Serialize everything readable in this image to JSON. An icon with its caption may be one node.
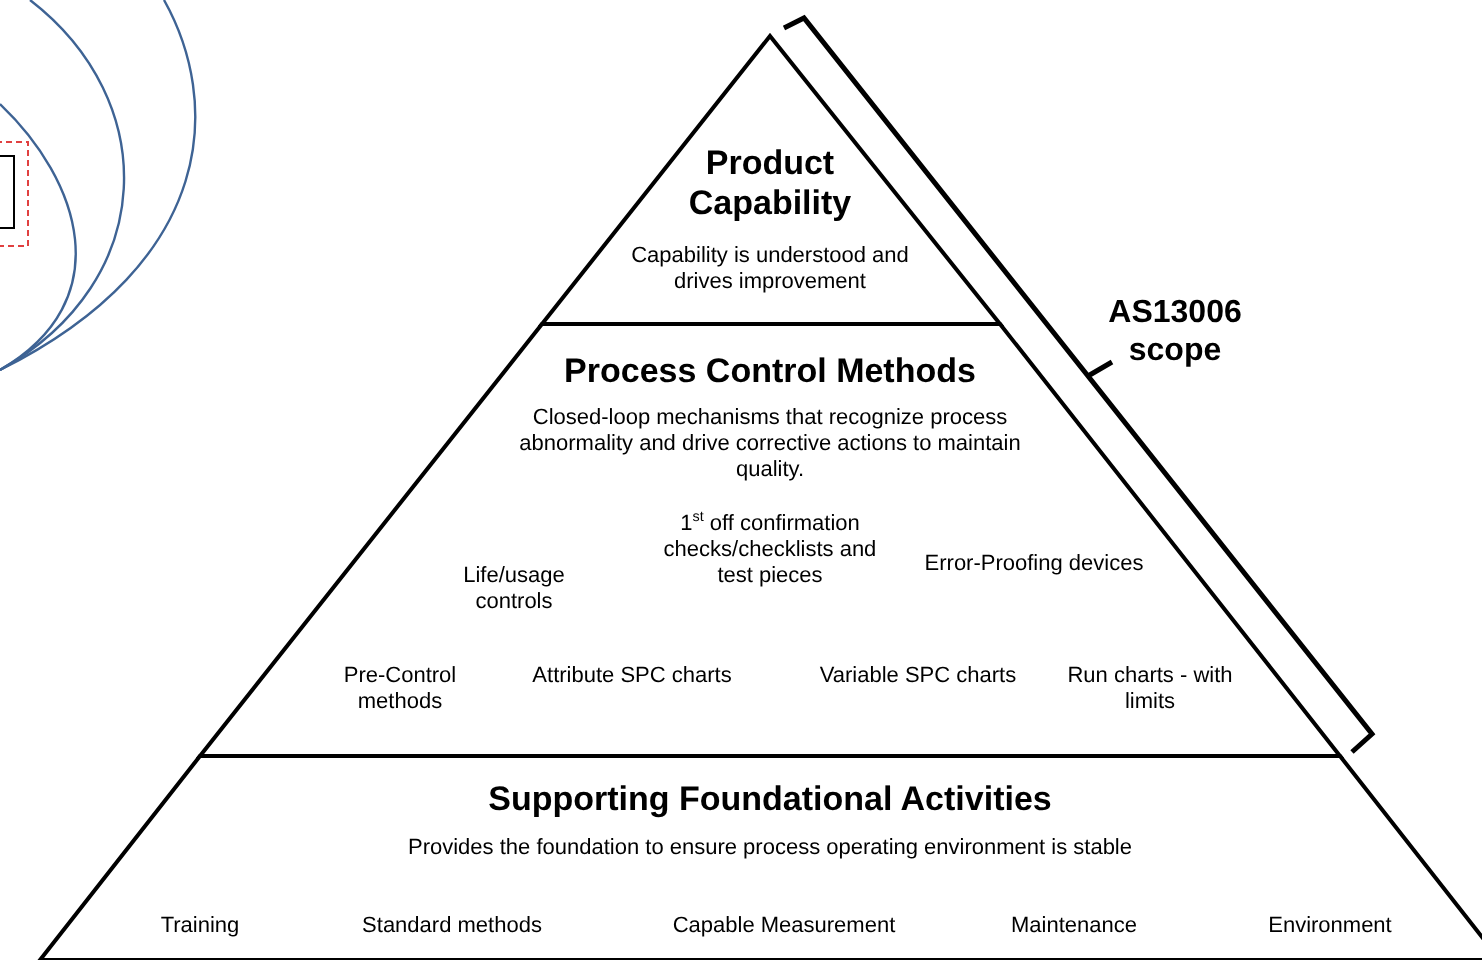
{
  "diagram": {
    "nodes": [
      {
        "text": [
          "Product Capability",
          "Capability is understood and drives improvement"
        ]
      },
      {
        "text": [
          "Process Control Methods",
          "Closed-loop mechanisms that recognize process abnormality and drive corrective actions to maintain quality.",
          "Life/usage controls",
          "1$^{st}$ off confirmation checks/checklists and test pieces",
          "Error-Proofing devices",
          "Pre-Control methods",
          "Attribute SPC charts",
          "Variable SPC charts",
          "Run charts - with limits"
        ]
      },
      {
        "text": [
          "Supporting Foundational Activities",
          "Provides the foundation to ensure process operating environment is stable",
          "Training",
          "Standard methods",
          "Capable Measurement",
          "Maintenance",
          "Environment"
        ]
      }
    ],
    "edges": [],
    "labels": [
      "AS13006 scope"
    ]
  }
}
